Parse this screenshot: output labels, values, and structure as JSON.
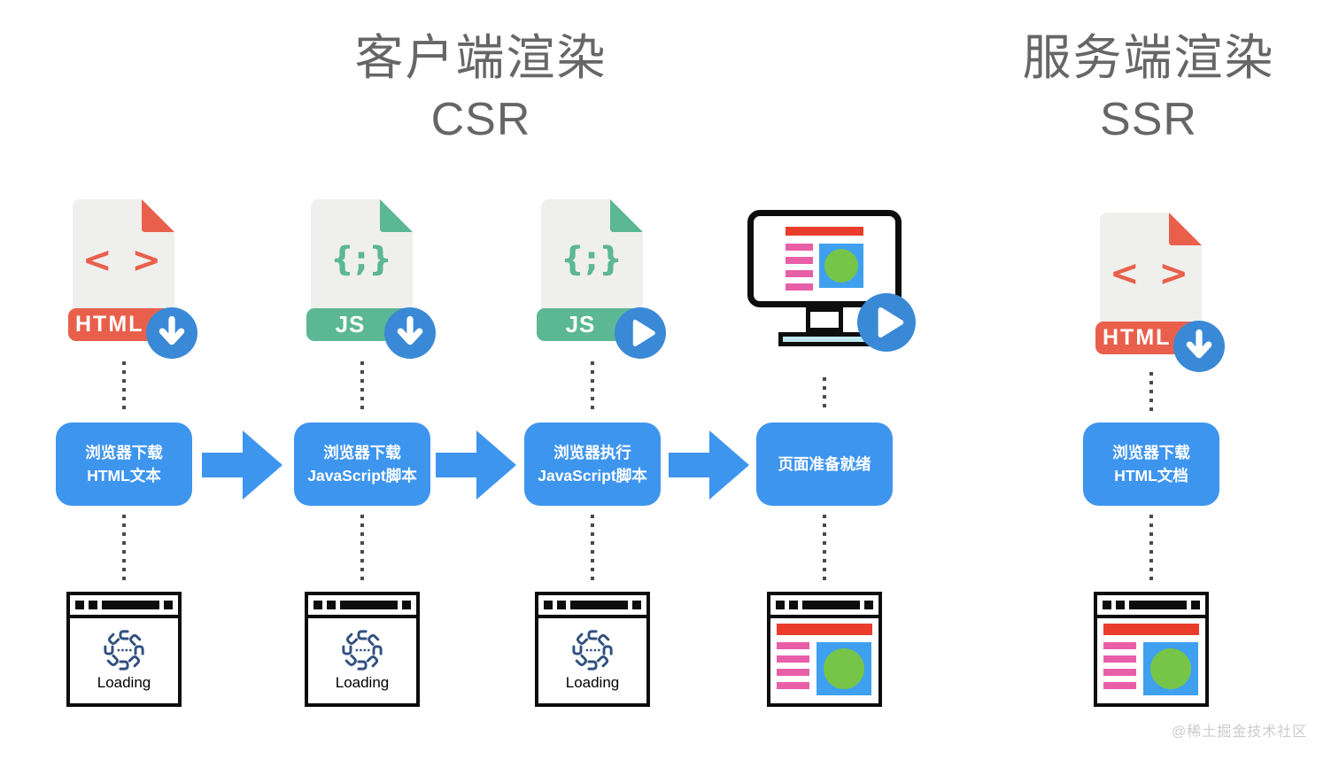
{
  "titles": {
    "csr": {
      "name": "客户端渲染",
      "abbr": "CSR"
    },
    "ssr": {
      "name": "服务端渲染",
      "abbr": "SSR"
    }
  },
  "files": {
    "html": {
      "label": "HTML",
      "glyph": "< >"
    },
    "js": {
      "label": "JS",
      "glyph": "{;}"
    }
  },
  "columns": [
    {
      "file": "html",
      "badge": "download",
      "step": [
        "浏览器下载",
        "HTML文本"
      ],
      "result": "loading"
    },
    {
      "file": "js",
      "badge": "download",
      "step": [
        "浏览器下载",
        "JavaScript脚本"
      ],
      "result": "loading"
    },
    {
      "file": "js",
      "badge": "play",
      "step": [
        "浏览器执行",
        "JavaScript脚本"
      ],
      "result": "loading"
    },
    {
      "file": "monitor",
      "badge": "play",
      "step": [
        "页面准备就绪"
      ],
      "result": "page"
    },
    {
      "file": "html",
      "badge": "download",
      "step": [
        "浏览器下载",
        "HTML文档"
      ],
      "result": "page"
    }
  ],
  "results": {
    "loading_label": "Loading"
  },
  "watermark": "@稀土掘金技术社区",
  "colors": {
    "flow_blue": "#3E95EE",
    "badge_blue": "#3A89D6",
    "html_red": "#E8604C",
    "js_green": "#5CB794",
    "paper_gray": "#EFEFED",
    "spinner_navy": "#30507F",
    "pink": "#E85FA8",
    "banner_red": "#E93C2B",
    "media_blue": "#3FA0F0",
    "media_green": "#76C548",
    "monitor_base": "#BDE8F0",
    "title_gray": "#666666"
  }
}
